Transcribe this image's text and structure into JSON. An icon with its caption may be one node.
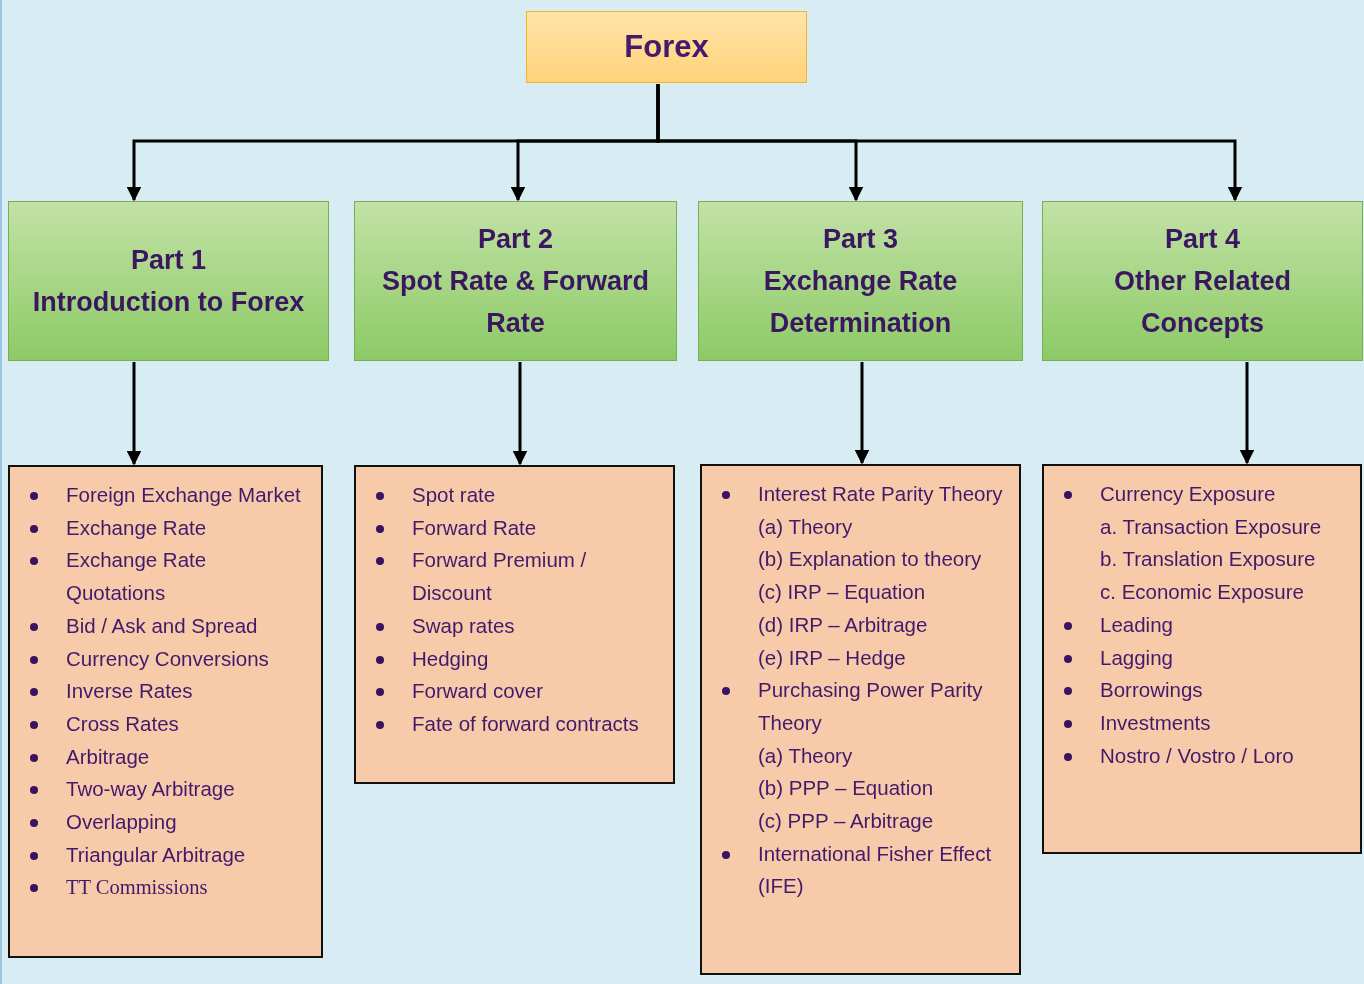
{
  "diagram": {
    "nodes": [
      {
        "text": [
          "Forex"
        ]
      },
      {
        "text": [
          "Part 1",
          "Introduction to Forex"
        ]
      },
      {
        "text": [
          "Part 2",
          "Spot Rate & Forward Rate"
        ]
      },
      {
        "text": [
          "Part 3",
          "Exchange Rate Determination"
        ]
      },
      {
        "text": [
          "Part 4",
          "Other Related Concepts"
        ]
      },
      {
        "text": [
          "Foreign Exchange Market",
          "Exchange Rate",
          "Exchange Rate Quotations",
          "Bid / Ask and Spread",
          "Currency Conversions",
          "Inverse Rates",
          "Cross Rates",
          "Arbitrage",
          "Two-way Arbitrage",
          "Overlapping",
          "Triangular Arbitrage",
          "TT Commissions"
        ]
      },
      {
        "text": [
          "Spot rate",
          "Forward Rate",
          "Forward Premium / Discount",
          "Swap rates",
          "Hedging",
          "Forward cover",
          "Fate of forward contracts"
        ]
      },
      {
        "text": [
          "Interest Rate Parity Theory",
          "(a) Theory",
          "(b) Explanation to theory",
          "(c) IRP – Equation",
          "(d) IRP – Arbitrage",
          "(e) IRP – Hedge",
          "Purchasing Power Parity Theory",
          "(a) Theory",
          "(b) PPP – Equation",
          "(c) PPP – Arbitrage",
          "International Fisher Effect (IFE)"
        ]
      },
      {
        "text": [
          "Currency Exposure",
          "a. Transaction Exposure",
          "b. Translation Exposure",
          "c. Economic Exposure",
          "Leading",
          "Lagging",
          "Borrowings",
          "Investments",
          "Nostro / Vostro / Loro"
        ]
      }
    ],
    "edges": [
      {
        "from": 0,
        "to": 1,
        "arrow": "to"
      },
      {
        "from": 0,
        "to": 2,
        "arrow": "to"
      },
      {
        "from": 0,
        "to": 3,
        "arrow": "to"
      },
      {
        "from": 0,
        "to": 4,
        "arrow": "to"
      },
      {
        "from": 1,
        "to": 5,
        "arrow": "to"
      },
      {
        "from": 2,
        "to": 6,
        "arrow": "to"
      },
      {
        "from": 3,
        "to": 7,
        "arrow": "to"
      },
      {
        "from": 4,
        "to": 8,
        "arrow": "to"
      }
    ]
  }
}
